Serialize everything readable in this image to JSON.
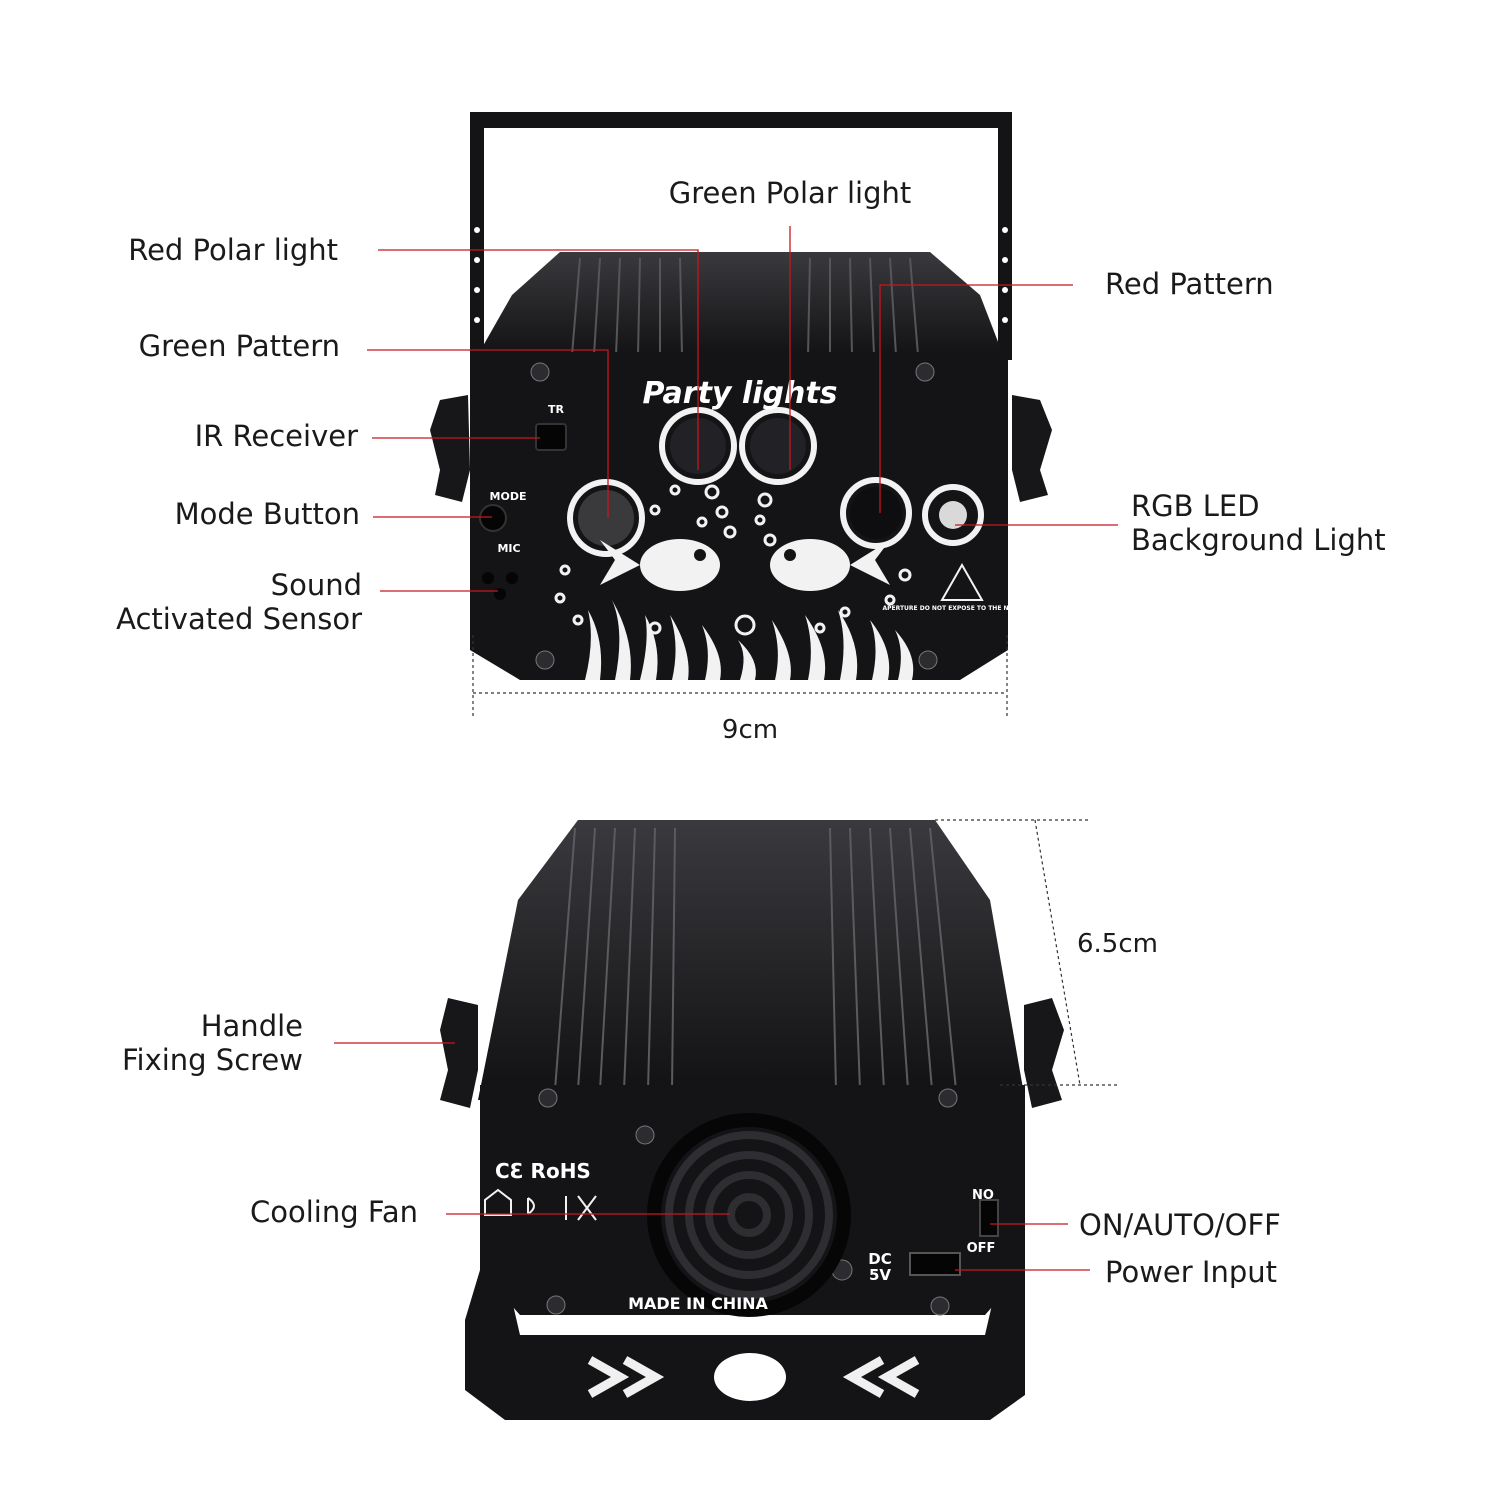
{
  "front": {
    "brand_text": "Party lights",
    "panel": {
      "tr": "TR",
      "mode": "MODE",
      "mic": "MIC",
      "warning": "APERTURE DO NOT EXPOSE TO THE NAKED EYE"
    },
    "labels": {
      "red_polar": "Red Polar light",
      "green_polar": "Green Polar light",
      "red_pattern": "Red Pattern",
      "green_pattern": "Green Pattern",
      "ir_receiver": "IR Receiver",
      "mode_button": "Mode Button",
      "sound_line1": "Sound",
      "sound_line2": "Activated Sensor",
      "rgb_line1": "RGB LED",
      "rgb_line2": "Background Light"
    },
    "width_dimension": "9cm"
  },
  "back": {
    "panel": {
      "ce": "CƐ RoHS",
      "no": "NO",
      "off": "OFF",
      "dc": "DC",
      "dc_v": "5V",
      "made": "MADE   IN   CHINA"
    },
    "labels": {
      "handle_line1": "Handle",
      "handle_line2": "Fixing Screw",
      "cooling_fan": "Cooling Fan",
      "switch": "ON/AUTO/OFF",
      "power_input": "Power Input"
    },
    "height_dimension": "6.5cm"
  },
  "colors": {
    "leader_line": "#c8161d",
    "dimension_line": "#333333",
    "body": "#1c1c1e",
    "panel": "#141416"
  }
}
